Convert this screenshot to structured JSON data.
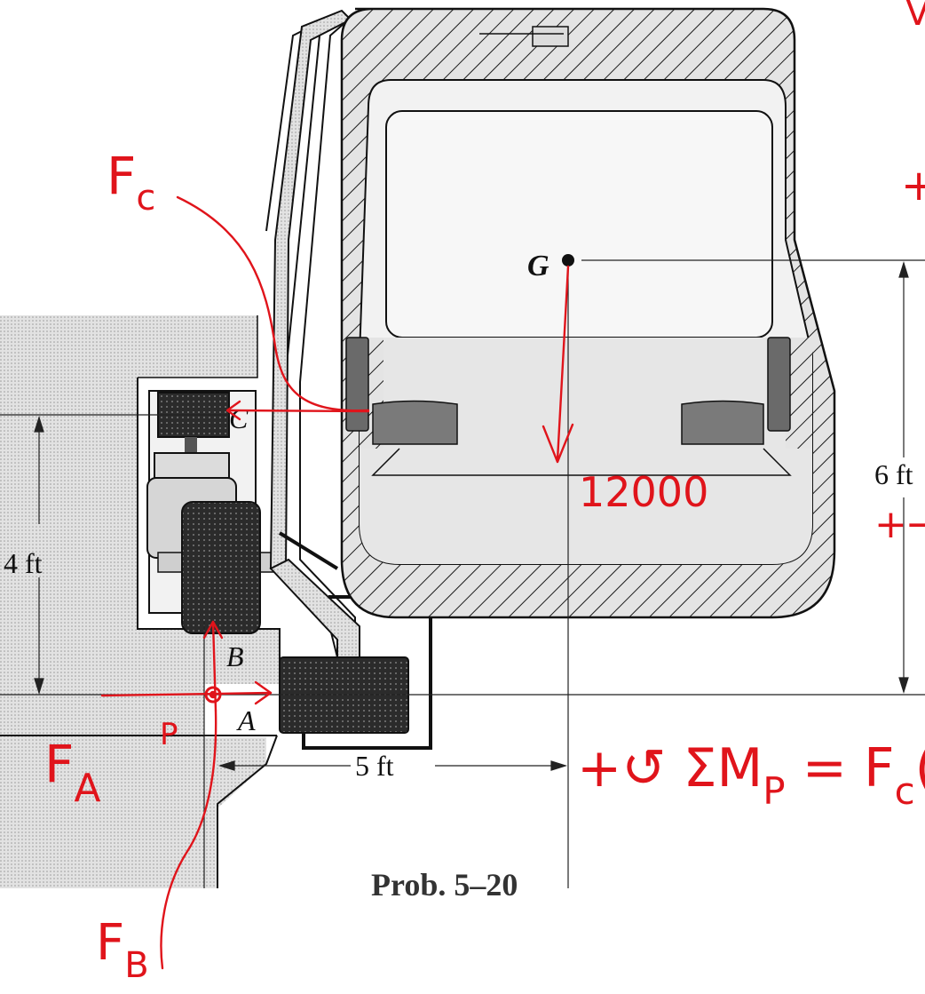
{
  "figure": {
    "caption": "Prob. 5–20",
    "point_labels": {
      "g": "G",
      "c": "C",
      "b": "B",
      "a": "A"
    },
    "dimensions": {
      "vertical_left": "4 ft",
      "vertical_right": "6 ft",
      "horizontal": "5 ft"
    }
  },
  "annotations": {
    "fc": "F",
    "fc_sub": "c",
    "fa": "F",
    "fa_sub": "A",
    "fb": "F",
    "fb_sub": "B",
    "p": "P",
    "weight": "12000",
    "moment_eq": "+↺ ΣM",
    "moment_eq_sub": "P",
    "moment_eq_rhs": " = F",
    "moment_eq_rhs_sub": "c",
    "moment_eq_paren": "(",
    "sign_right": "+→",
    "top_right_mark": "V",
    "plus_mark": "+"
  },
  "colors": {
    "ink": "#111111",
    "annotation": "#e0141b",
    "stipple": "#d9d9d9",
    "panel": "#ececec",
    "glass": "#f3f3f3",
    "wheel": "#2a2a2a"
  }
}
